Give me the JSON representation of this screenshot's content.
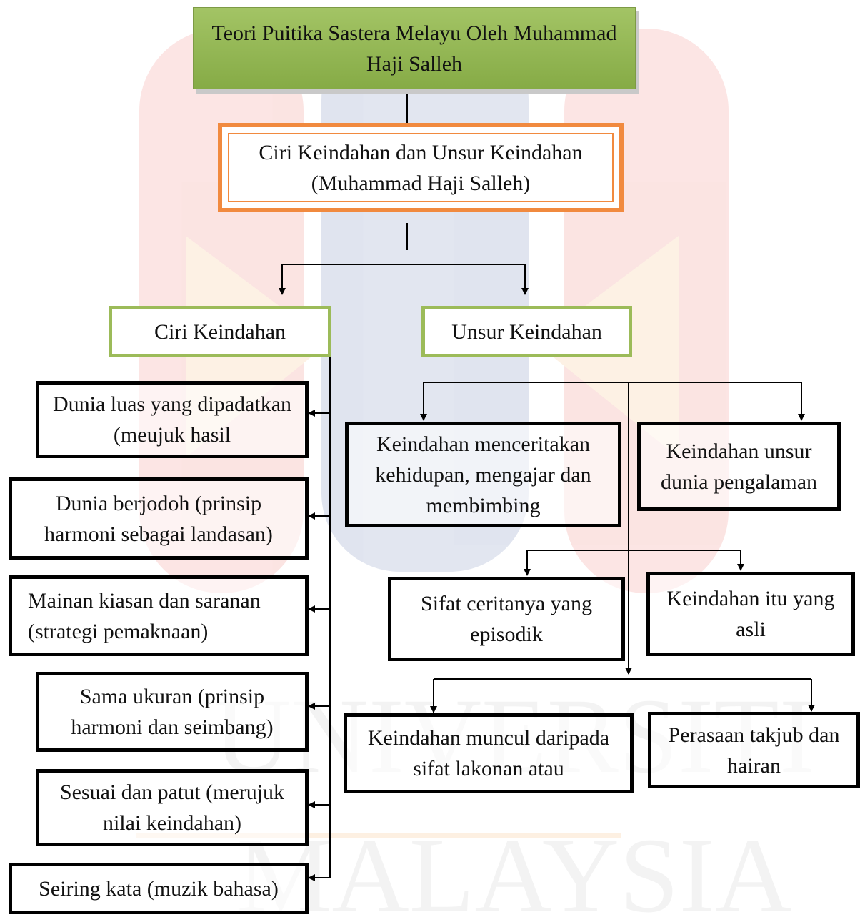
{
  "title": "Teori Puitika Sastera Melayu Oleh Muhammad Haji Salleh",
  "watermark": {
    "text_line1": "UNIVERSITI",
    "text_line2": "MALAYSIA"
  },
  "root": "Ciri Keindahan dan Unsur  Keindahan (Muhammad Haji Salleh)",
  "branches": {
    "ciri": {
      "label": "Ciri Keindahan",
      "items": [
        "Dunia luas yang dipadatkan (meujuk hasil",
        "Dunia berjodoh (prinsip harmoni sebagai landasan)",
        "Mainan kiasan dan saranan (strategi pemaknaan)",
        "Sama ukuran (prinsip harmoni dan seimbang)",
        "Sesuai dan patut (merujuk nilai keindahan)",
        "Seiring kata (muzik bahasa)"
      ]
    },
    "unsur": {
      "label": "Unsur Keindahan",
      "items": [
        "Keindahan menceritakan kehidupan, mengajar dan membimbing",
        "Keindahan unsur dunia pengalaman",
        "Sifat ceritanya yang episodik",
        "Keindahan itu yang asli",
        "Keindahan muncul daripada sifat lakonan atau",
        "Perasaan takjub dan hairan"
      ]
    }
  },
  "colors": {
    "green": "#9cbb59",
    "orange": "#f18a3f",
    "title_fill": "#93b755"
  }
}
